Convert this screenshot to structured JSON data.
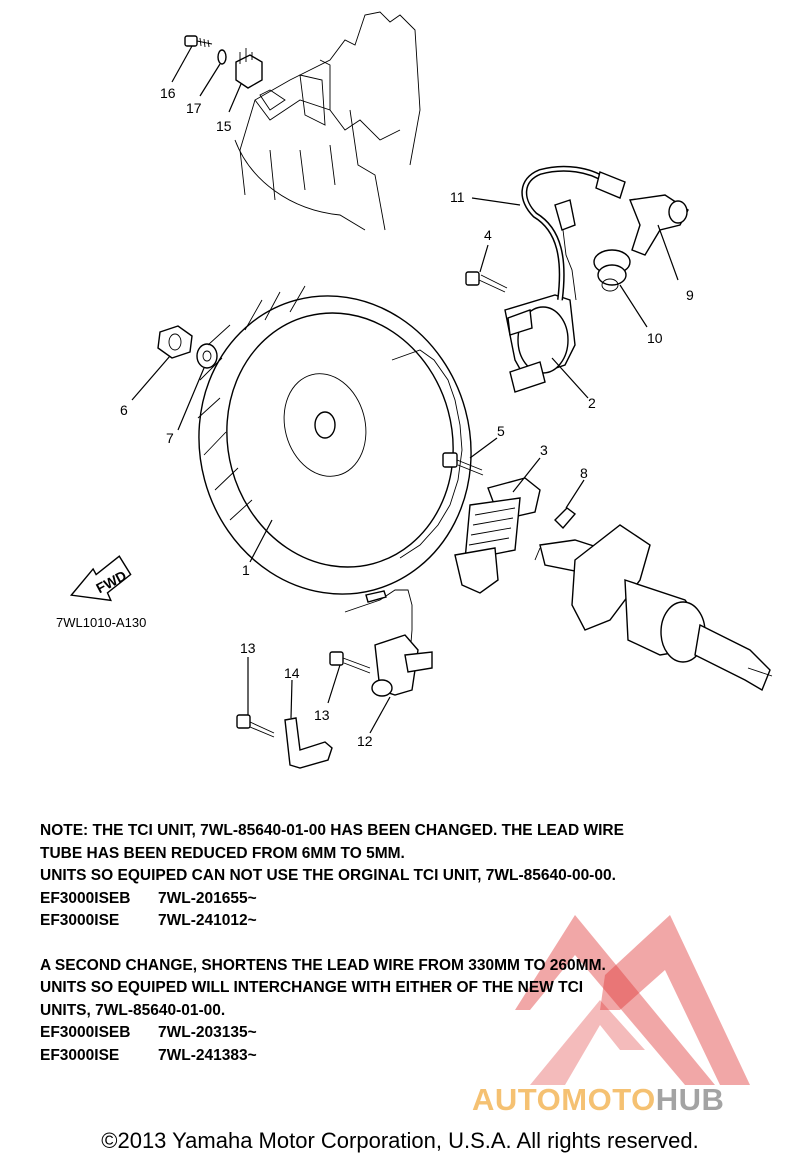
{
  "callouts": {
    "c1": "1",
    "c2": "2",
    "c3": "3",
    "c4": "4",
    "c5": "5",
    "c6": "6",
    "c7": "7",
    "c8": "8",
    "c9": "9",
    "c10": "10",
    "c11": "11",
    "c12": "12",
    "c13a": "13",
    "c13b": "13",
    "c14": "14",
    "c15": "15",
    "c16": "16",
    "c17": "17"
  },
  "fwd_label": "FWD",
  "diagram_code": "7WL1010-A130",
  "notes": {
    "line1": "NOTE: THE TCI UNIT, 7WL-85640-01-00 HAS BEEN CHANGED. THE LEAD WIRE",
    "line2": "TUBE HAS BEEN REDUCED FROM 6MM TO 5MM.",
    "line3": "UNITS SO EQUIPED CAN NOT USE THE ORGINAL TCI UNIT, 7WL-85640-00-00.",
    "row1_model": "EF3000ISEB",
    "row1_serial": "7WL-201655~",
    "row2_model": "EF3000ISE",
    "row2_serial": "7WL-241012~",
    "line4": "A SECOND CHANGE, SHORTENS THE LEAD WIRE FROM 330MM TO 260MM.",
    "line5": "UNITS SO EQUIPED WILL INTERCHANGE WITH EITHER OF THE NEW TCI",
    "line6": "UNITS, 7WL-85640-01-00.",
    "row3_model": "EF3000ISEB",
    "row3_serial": "7WL-203135~",
    "row4_model": "EF3000ISE",
    "row4_serial": "7WL-241383~"
  },
  "copyright": "©2013 Yamaha Motor Corporation, U.S.A. All rights reserved.",
  "watermark": {
    "part1": "AUTOMOTO",
    "part2": "HUB",
    "accent": "#f3b04b",
    "gray": "#8a8a8a",
    "red": "#e03b3b"
  }
}
